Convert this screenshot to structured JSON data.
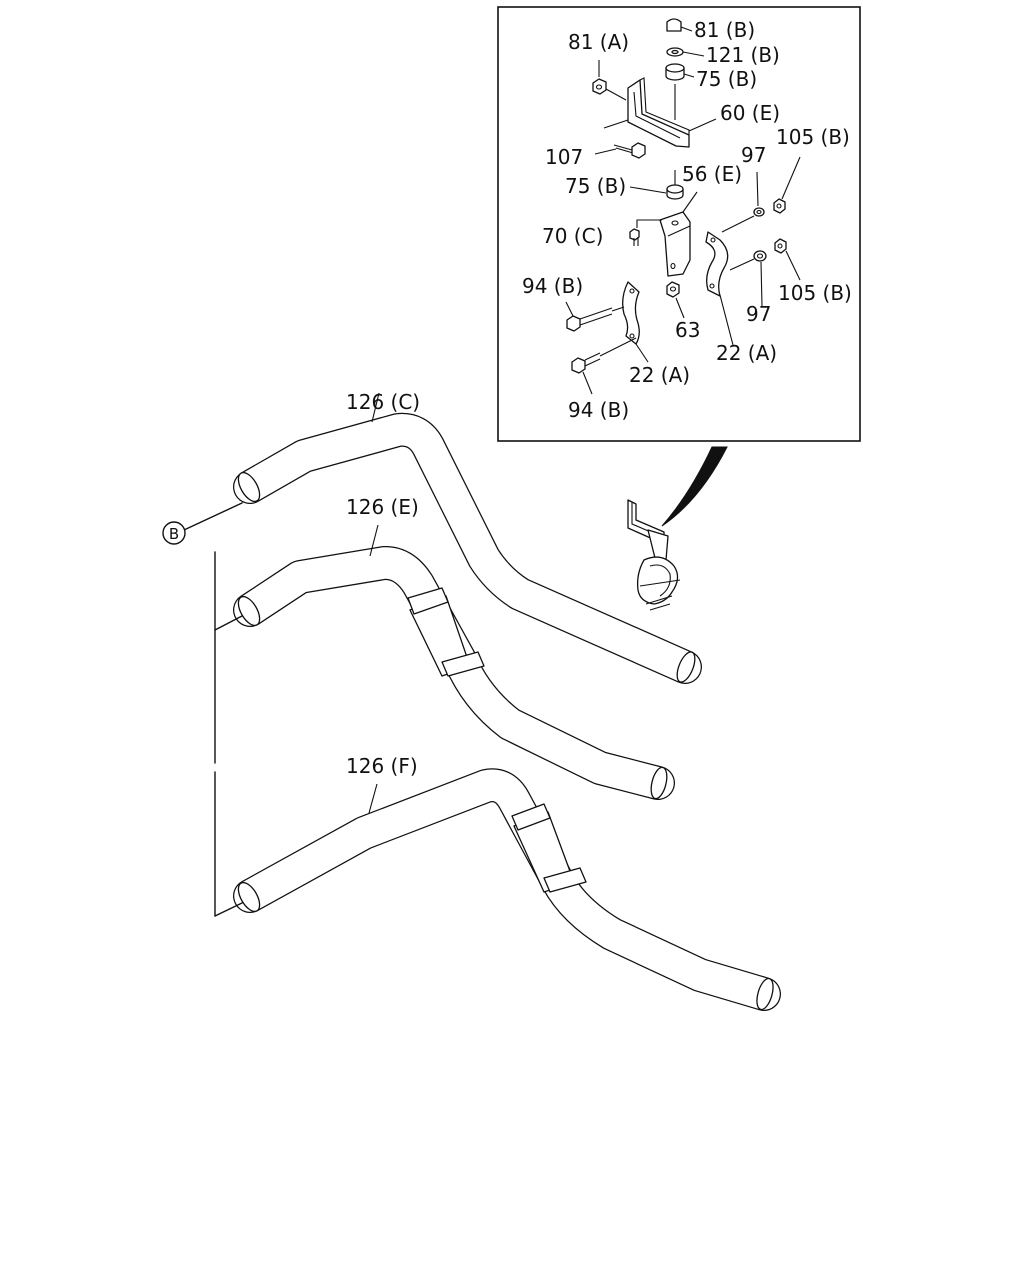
{
  "labels": {
    "l81a": "81 (A)",
    "l81b": "81 (B)",
    "l121b": "121 (B)",
    "l75b_top": "75 (B)",
    "l60e": "60 (E)",
    "l107": "107",
    "l105b_top": "105 (B)",
    "l97_top": "97",
    "l75b_mid": "75 (B)",
    "l56e": "56 (E)",
    "l70c": "70 (C)",
    "l94b_top": "94 (B)",
    "l63": "63",
    "l105b_bot": "105 (B)",
    "l97_bot": "97",
    "l22a_right": "22 (A)",
    "l22a_left": "22 (A)",
    "l94b_bot": "94 (B)",
    "l126c": "126 (C)",
    "l126e": "126 (E)",
    "l126f": "126 (F)",
    "ref_b": "B"
  }
}
